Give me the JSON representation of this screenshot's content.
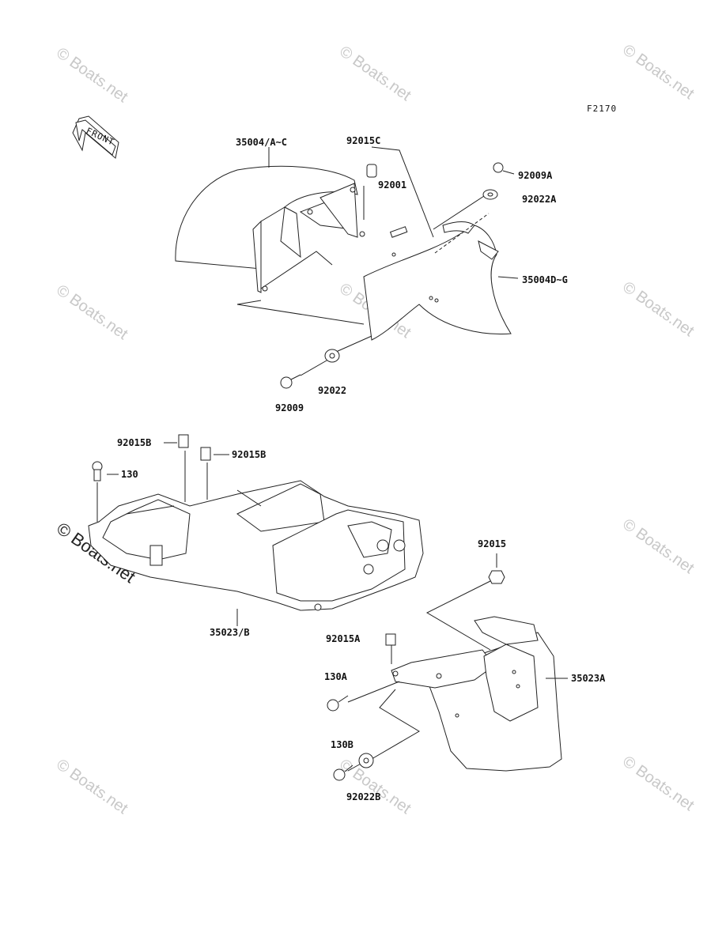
{
  "figure": {
    "code": "F2170"
  },
  "front_arrow": {
    "label": "FRONT"
  },
  "watermark": {
    "text": "© Boats.net"
  },
  "labels": {
    "p35004ac": "35004/A~C",
    "p92015c": "92015C",
    "p92009a": "92009A",
    "p92022a": "92022A",
    "p92001": "92001",
    "p35004dg": "35004D~G",
    "p92022": "92022",
    "p92009": "92009",
    "p92015b_1": "92015B",
    "p92015b_2": "92015B",
    "p130": "130",
    "p35023b": "35023/B",
    "p92015": "92015",
    "p92015a": "92015A",
    "p130a": "130A",
    "p35023a": "35023A",
    "p130b": "130B",
    "p92022b": "92022B"
  }
}
